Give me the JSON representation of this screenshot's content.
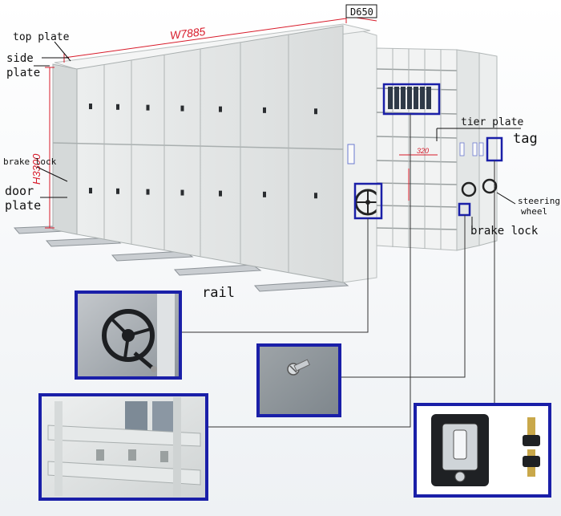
{
  "dimensions": {
    "width": "W7885",
    "depth": "D650",
    "height": "H3300",
    "tier_gap": "320"
  },
  "labels": {
    "top_plate": "top plate",
    "side_plate_1": "side",
    "side_plate_2": "plate",
    "brake_lock_left": "brake lock",
    "door_plate_1": "door",
    "door_plate_2": "plate",
    "rail": "rail",
    "tier_plate": "tier plate",
    "tag": "tag",
    "steering_wheel_1": "steering",
    "steering_wheel_2": "wheel",
    "brake_lock_right": "brake lock"
  },
  "colors": {
    "highlight_box": "#1a1fa8",
    "dimension_line": "#d81b2a",
    "cabinet_face": "#e6e8e8",
    "cabinet_shadow": "#c5c9c9"
  }
}
